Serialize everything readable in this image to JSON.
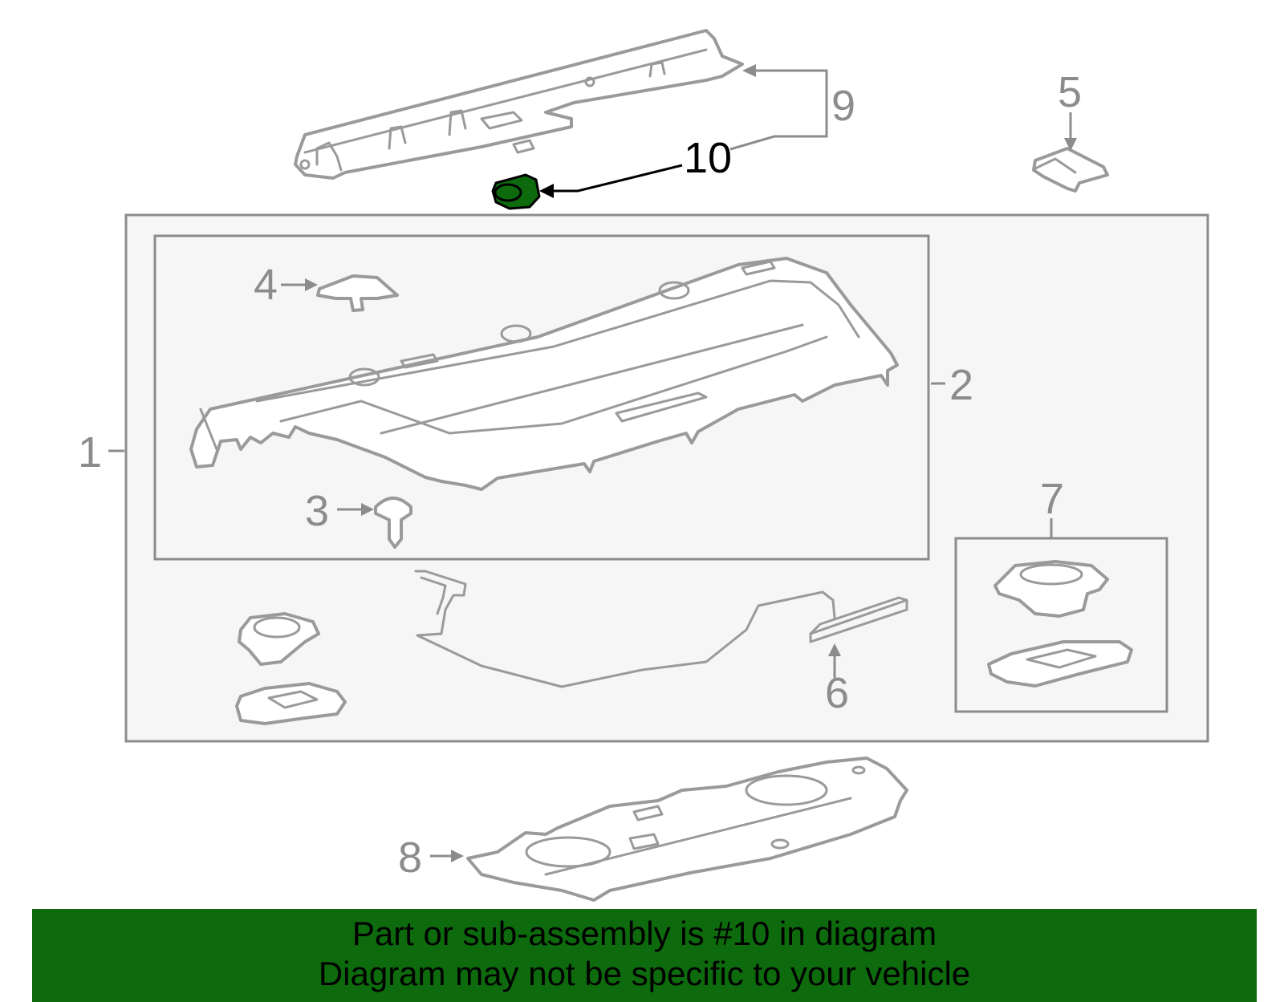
{
  "callouts": {
    "c1": "1",
    "c2": "2",
    "c3": "3",
    "c4": "4",
    "c5": "5",
    "c6": "6",
    "c7": "7",
    "c8": "8",
    "c9": "9",
    "c10": "10"
  },
  "highlight_color": "#0d6b0d",
  "banner": {
    "line1": "Part or sub-assembly is #10 in diagram",
    "line2": "Diagram may not be specific to your vehicle"
  }
}
